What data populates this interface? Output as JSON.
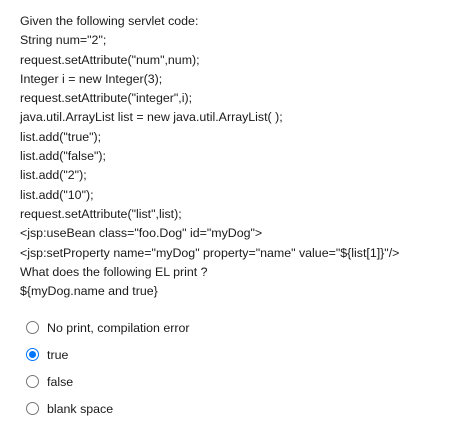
{
  "question": {
    "lines": [
      "Given the following servlet code:",
      "String num=\"2\";",
      "request.setAttribute(\"num\",num);",
      "Integer i = new Integer(3);",
      "request.setAttribute(\"integer\",i);",
      "java.util.ArrayList list = new java.util.ArrayList( );",
      "list.add(\"true\");",
      "list.add(\"false\");",
      "list.add(\"2\");",
      "list.add(\"10\");",
      "request.setAttribute(\"list\",list);",
      "<jsp:useBean class=\"foo.Dog\" id=\"myDog\">",
      "<jsp:setProperty name=\"myDog\" property=\"name\" value=\"${list[1]}\"/>",
      "What does the following EL print ?",
      "${myDog.name and true}"
    ]
  },
  "options": [
    {
      "label": "No print, compilation error",
      "selected": false
    },
    {
      "label": "true",
      "selected": true
    },
    {
      "label": "false",
      "selected": false
    },
    {
      "label": "blank space",
      "selected": false
    }
  ],
  "colors": {
    "accent": "#0075ff",
    "text": "#1a1a1a",
    "radio_border": "#767676"
  }
}
